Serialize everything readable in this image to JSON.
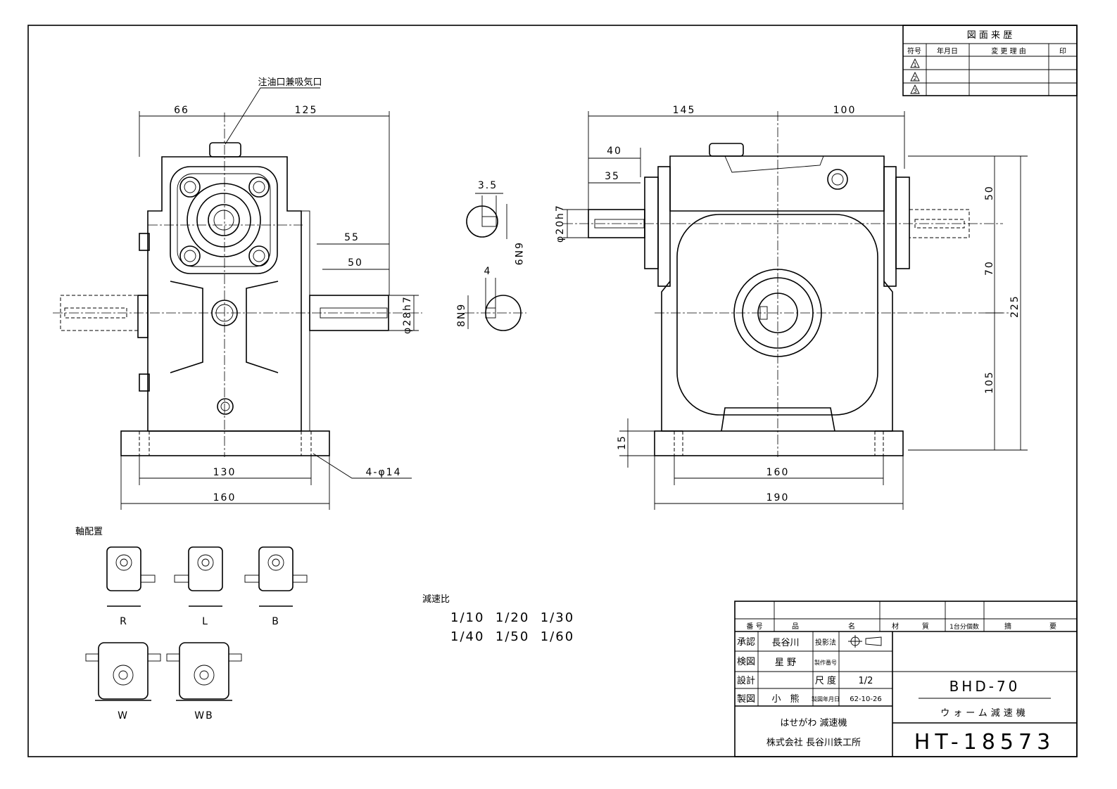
{
  "revision_table": {
    "title": "図 面 来 歴",
    "headers": [
      "符号",
      "年月日",
      "変 更 理 由",
      "印"
    ],
    "symbols": [
      "1",
      "2",
      "3"
    ]
  },
  "front_view": {
    "oil_port_label": "注油口兼吸気口",
    "dim_66": "66",
    "dim_125": "125",
    "dim_55": "55",
    "dim_50": "50",
    "dim_phi28": "φ28h7",
    "dim_130": "130",
    "dim_160": "160",
    "dim_holes": "4-φ14"
  },
  "key_details": {
    "dim_3_5": "3.5",
    "dim_6n9": "6N9",
    "dim_4": "4",
    "dim_8n9": "8N9"
  },
  "side_view": {
    "dim_145": "145",
    "dim_100": "100",
    "dim_40": "40",
    "dim_35": "35",
    "dim_phi20": "φ20h7",
    "dim_50": "50",
    "dim_70": "70",
    "dim_105": "105",
    "dim_225": "225",
    "dim_15": "15",
    "dim_160": "160",
    "dim_190": "190"
  },
  "shaft_arrangement": {
    "title": "軸配置",
    "labels": [
      "R",
      "L",
      "B",
      "W",
      "WB"
    ]
  },
  "reduction_ratio": {
    "title": "減速比",
    "row1": "1/10  1/20  1/30",
    "row2": "1/40  1/50  1/60"
  },
  "title_block": {
    "col_number": "番 号",
    "col_name": "品",
    "col_name2": "名",
    "col_material": "材",
    "col_material2": "質",
    "col_qty": "1台分個数",
    "col_remarks": "摘",
    "col_remarks2": "要",
    "approve_label": "承認",
    "approve_name": "長谷川",
    "check_label": "検図",
    "check_name": "星 野",
    "design_label": "設計",
    "draw_label": "製図",
    "draw_name": "小　熊",
    "projection_label": "投影法",
    "prodno_label": "製作番号",
    "scale_label": "尺 度",
    "scale_value": "1/2",
    "date_label": "製図年月日",
    "date_value": "62-10-26",
    "model": "BHD-70",
    "product_name": "ウォーム減速機",
    "company_line1": "はせがわ 減速機",
    "company_line2": "株式会社 長谷川鉄工所",
    "drawing_number": "HT-18573"
  }
}
